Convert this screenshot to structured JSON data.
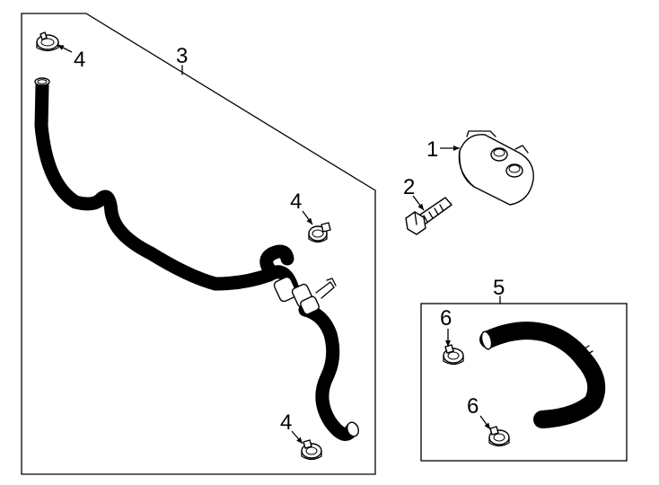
{
  "callouts": {
    "oil_cooler": "1",
    "bolt": "2",
    "hose_assembly_upper": "3",
    "clamp_top": "4",
    "clamp_mid": "4",
    "clamp_bottom": "4",
    "hose_kit": "5",
    "kit_clamp_upper": "6",
    "kit_clamp_lower": "6"
  }
}
